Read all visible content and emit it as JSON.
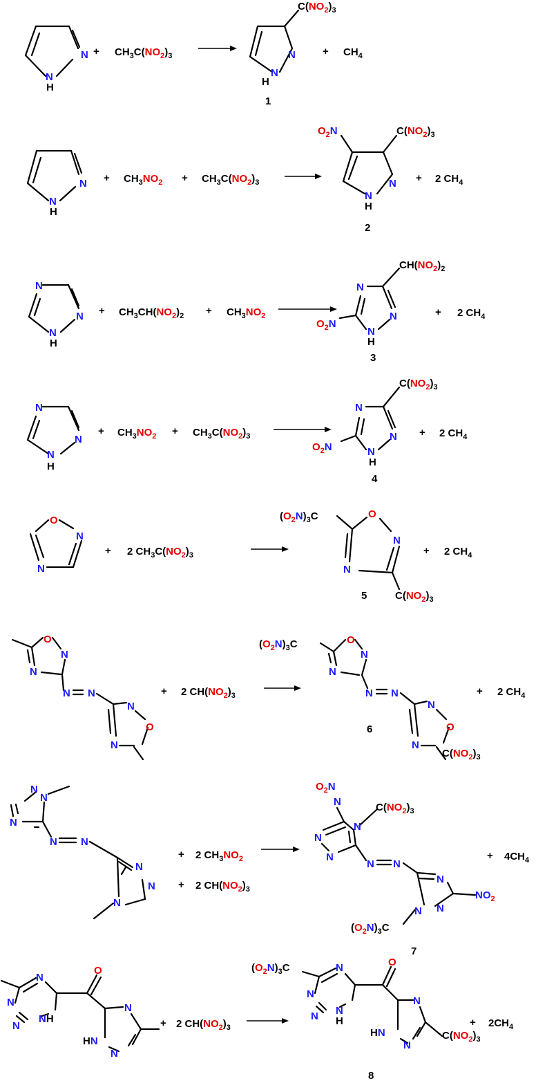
{
  "colors": {
    "nitrogen": "#1a1aff",
    "oxygen": "#e60000",
    "text": "#000000"
  },
  "atoms": {
    "N": "N",
    "H": "H",
    "O": "O",
    "C": "C",
    "NH": "NH",
    "HN": "HN"
  },
  "groups": {
    "CNO23": [
      "C(",
      "NO",
      "2",
      ")",
      "3"
    ],
    "CHNO22": [
      "CH(",
      "NO",
      "2",
      ")",
      "2"
    ],
    "CHNO23": [
      "CH(",
      "NO",
      "2",
      ")",
      "3"
    ],
    "O2NC": [
      "(",
      "O",
      "2",
      "N",
      ")",
      "3",
      "C"
    ],
    "O2N": [
      "O",
      "2",
      "N"
    ],
    "NO2": [
      "NO",
      "2"
    ]
  },
  "reagents": {
    "tnm": [
      "CH",
      "3",
      "C(",
      "NO",
      "2",
      ")",
      "3"
    ],
    "nm": [
      "CH",
      "3",
      "NO",
      "2"
    ],
    "dnm": [
      "CH",
      "3",
      "CH(",
      "NO",
      "2",
      ")",
      "2"
    ],
    "tnm2": [
      "2 CH",
      "3",
      "C(",
      "NO",
      "2",
      ")",
      "3"
    ],
    "nf2": [
      "2  CH(",
      "NO",
      "2",
      ")",
      "3"
    ],
    "nf2b": [
      "2 CH(",
      "NO",
      "2",
      ")",
      "3"
    ],
    "nf2c": [
      "2 CH(",
      "NO",
      "2",
      ")",
      "3"
    ],
    "nm2": [
      "2 CH",
      "3",
      "NO",
      "2"
    ]
  },
  "byproducts": {
    "ch4": [
      "CH",
      "4"
    ],
    "ch4x2": [
      "2 CH",
      "4"
    ],
    "ch4x2b": [
      "2CH",
      "4"
    ],
    "ch4x4": [
      "4CH",
      "4"
    ]
  },
  "plus": "+",
  "compounds": [
    "1",
    "2",
    "3",
    "4",
    "5",
    "6",
    "7",
    "8"
  ]
}
